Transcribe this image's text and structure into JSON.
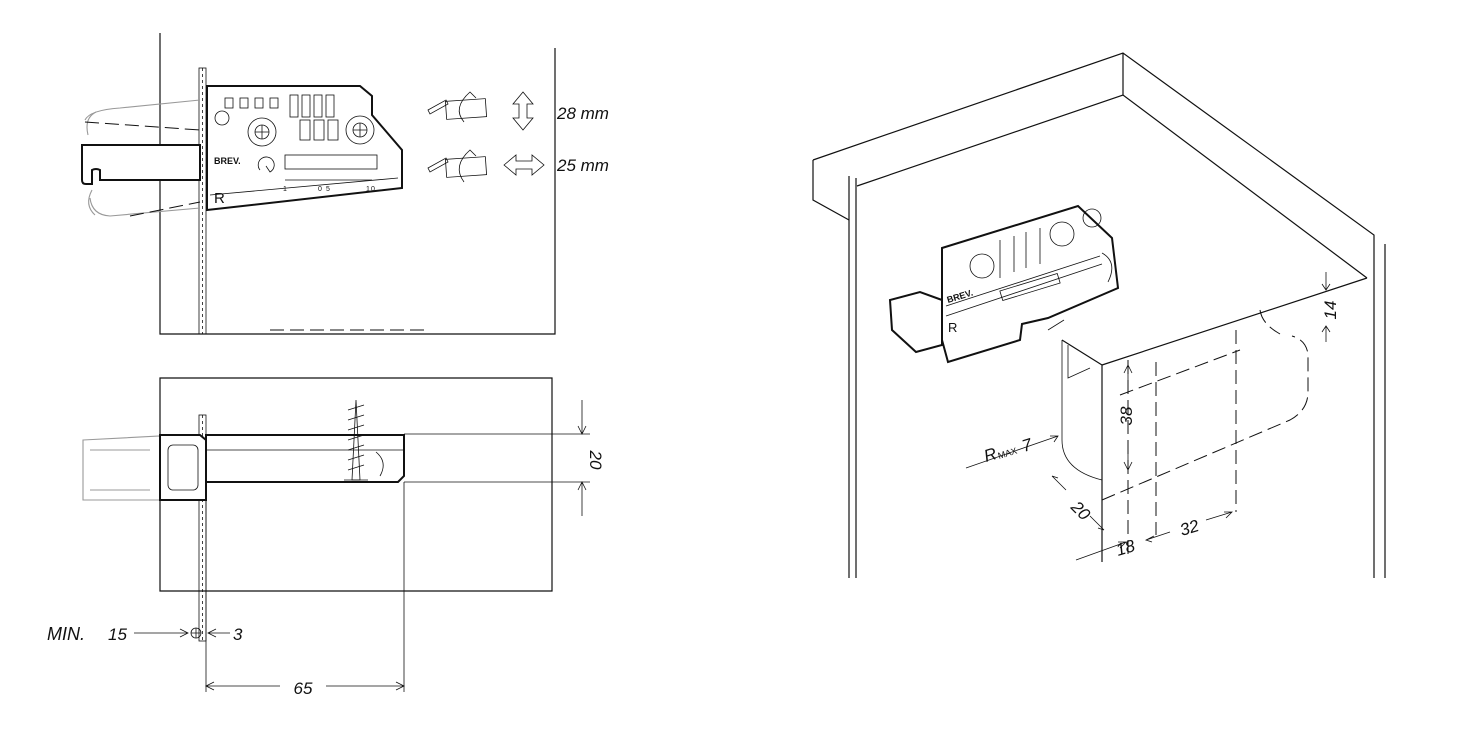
{
  "front_view": {
    "brand_label": "BREV.",
    "side_label": "R",
    "scale_labels": [
      "1",
      "0",
      "5",
      "1",
      "0"
    ],
    "height_adjust": "28 mm",
    "depth_adjust": "25 mm"
  },
  "top_view": {
    "runner_height": "20",
    "min_edge_label": "MIN.",
    "min_edge_value": "15",
    "panel_thickness": "3",
    "length": "65"
  },
  "iso_view": {
    "brand_label": "BREV.",
    "side_label": "R",
    "dims": {
      "top": "14",
      "height": "38",
      "radius_prefix": "R",
      "radius_sub": "MAX",
      "radius_value": "7",
      "depth": "20",
      "offset_a": "18",
      "offset_b": "32"
    }
  },
  "icons": [
    "screwdriver-icon",
    "rotate-arrow-icon",
    "vertical-double-arrow-icon",
    "horizontal-double-arrow-icon",
    "screw-icon"
  ]
}
